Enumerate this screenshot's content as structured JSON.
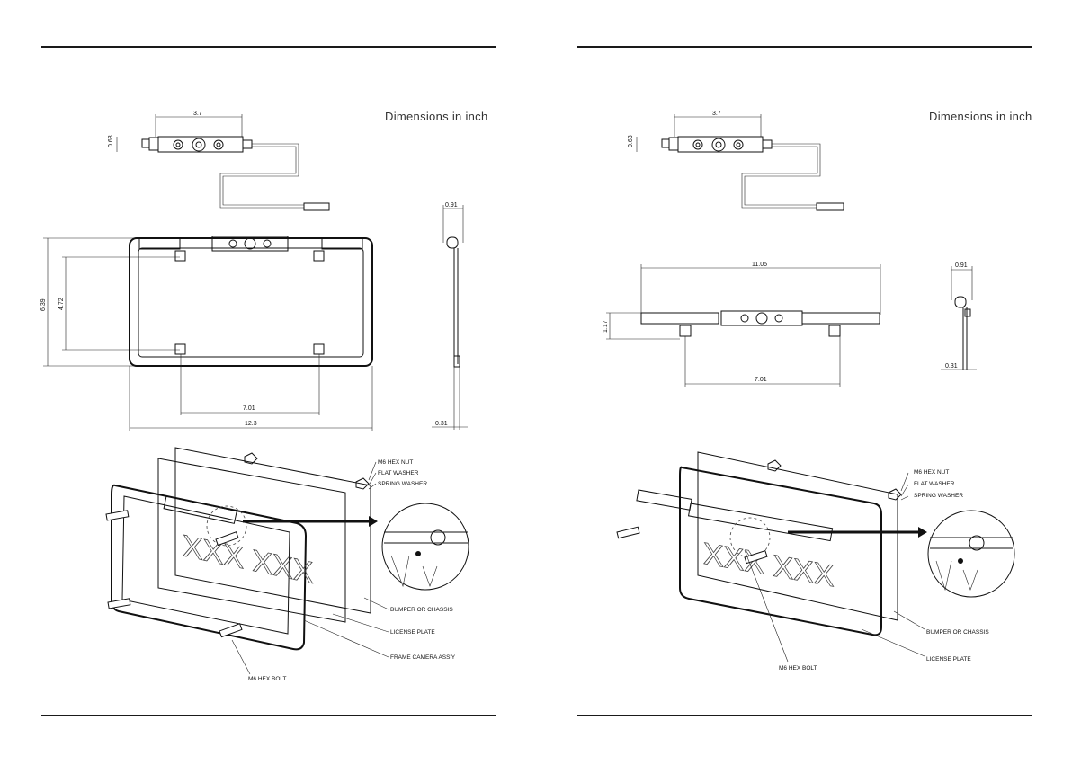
{
  "left": {
    "title": "Dimensions in inch",
    "camera_dims": {
      "length": "3.7",
      "height": "0.63"
    },
    "frame_dims": {
      "height_outer": "6.39",
      "height_inner": "4.72",
      "hole_span": "7.01",
      "width": "12.3"
    },
    "side_dims": {
      "depth_top": "0.91",
      "depth_bottom": "0.31"
    },
    "callouts": {
      "hex_nut": "M6 HEX NUT",
      "flat_washer": "FLAT WASHER",
      "spring_washer": "SPRING WASHER",
      "bumper": "BUMPER OR CHASSIS",
      "plate": "LICENSE PLATE",
      "frame": "FRAME CAMERA ASS'Y",
      "bolt": "M6 HEX BOLT"
    }
  },
  "right": {
    "title": "Dimensions in inch",
    "camera_dims": {
      "length": "3.7",
      "height": "0.63"
    },
    "bar_dims": {
      "width": "11.05",
      "height": "1.17",
      "hole_span": "7.01"
    },
    "side_dims": {
      "depth_top": "0.91",
      "depth_bottom": "0.31"
    },
    "callouts": {
      "hex_nut": "M6 HEX NUT",
      "flat_washer": "FLAT WASHER",
      "spring_washer": "SPRING WASHER",
      "bumper": "BUMPER OR CHASSIS",
      "plate": "LICENSE PLATE",
      "bolt": "M6 HEX BOLT"
    }
  }
}
